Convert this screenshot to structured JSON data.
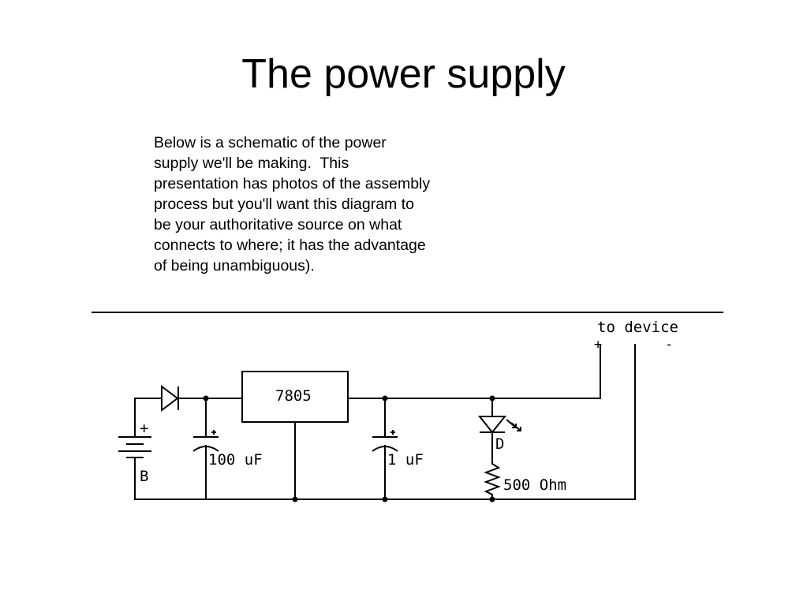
{
  "slide": {
    "title": "The power supply",
    "body_lines": [
      "Below is a schematic of the power",
      "supply we'll be making.  This",
      "presentation has photos of the assembly",
      "process but you'll want this diagram to",
      "be your authoritative source on what",
      "connects to where; it has the advantage",
      "of being unambiguous)."
    ]
  },
  "schematic": {
    "output_label": "to device",
    "output_plus": "+",
    "output_minus": "-",
    "regulator": "7805",
    "battery_plus": "+",
    "battery_label": "B",
    "capacitor_1": "100 uF",
    "capacitor_2": "1 uF",
    "led_label": "D",
    "resistor": "500 Ohm"
  }
}
